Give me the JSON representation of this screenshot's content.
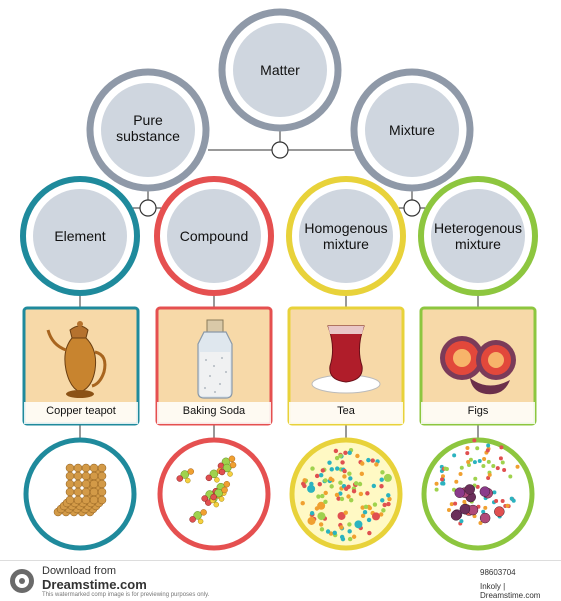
{
  "nodes": {
    "matter": "Matter",
    "pure_substance": "Pure\nsubstance",
    "mixture": "Mixture",
    "element": "Element",
    "compound": "Compound",
    "homogenous": "Homogenous\nmixture",
    "heterogenous": "Heterogenous\nmixture"
  },
  "examples": {
    "element": "Copper teapot",
    "compound": "Baking Soda",
    "homogenous": "Tea",
    "heterogenous": "Figs"
  },
  "footer": {
    "download_from": "Download from",
    "site": "Dreamstime.com",
    "fine_print": "This watermarked comp image is for previewing purposes only.",
    "image_id": "98603704",
    "credit": "Inkoly | Dreamstime.com"
  },
  "colors": {
    "gray_ring": "#8f99a8",
    "teal": "#1f8a9c",
    "red": "#e55050",
    "yellow": "#e8d23a",
    "green": "#8dc63f",
    "panel_bg": "#f7d9a8",
    "circle_fill": "#cfd6df"
  },
  "icons": {
    "teapot": "copper-teapot-icon",
    "soda": "baking-soda-jar-icon",
    "tea": "tea-glass-icon",
    "figs": "figs-icon"
  }
}
